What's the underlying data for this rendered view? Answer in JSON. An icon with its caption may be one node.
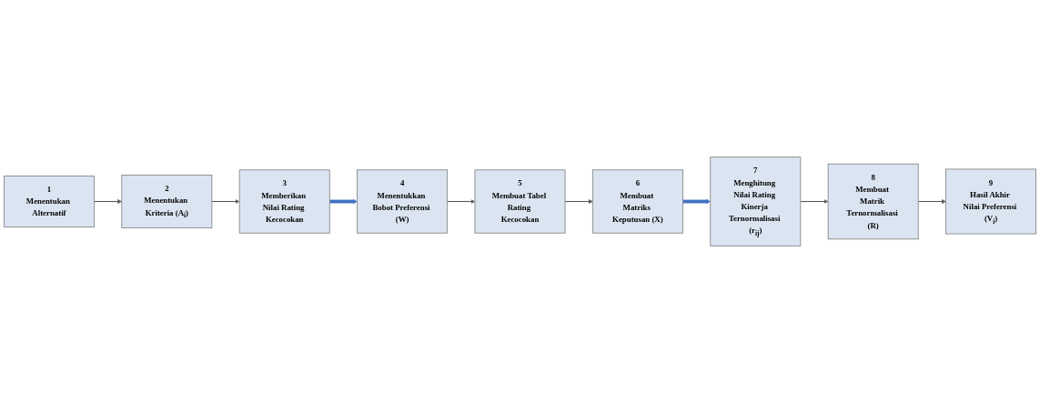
{
  "diagram": {
    "nodes": [
      {
        "text": [
          "1",
          "Menentukan Alternatif"
        ]
      },
      {
        "text": [
          "2",
          "Menentukan Kriteria (A$_{i}$)"
        ]
      },
      {
        "text": [
          "3",
          "Memberikan Nilai Rating Kecocokan"
        ]
      },
      {
        "text": [
          "4",
          "Menentukkan Bobot Preferensi (W)"
        ]
      },
      {
        "text": [
          "5",
          "Membuat Tabel Rating Kecocokan"
        ]
      },
      {
        "text": [
          "6",
          "Membuat Matriks Keputusan (X)"
        ]
      },
      {
        "text": [
          "7",
          "Menghitung Nilai Rating Kinerja Ternormalisasi (r$_{ij}$)"
        ]
      },
      {
        "text": [
          "8",
          "Membuat Matrik Ternormalisasi (R)"
        ]
      },
      {
        "text": [
          "9",
          "Hasil Akhir Nilai Preferensi (V$_{i}$)"
        ]
      }
    ],
    "edges": [
      {
        "from": 0,
        "to": 1,
        "arrow": "to"
      },
      {
        "from": 1,
        "to": 2,
        "arrow": "to"
      },
      {
        "from": 2,
        "to": 3,
        "arrow": "to",
        "style": "thick",
        "color": "#4472c4"
      },
      {
        "from": 3,
        "to": 4,
        "arrow": "to"
      },
      {
        "from": 4,
        "to": 5,
        "arrow": "to"
      },
      {
        "from": 5,
        "to": 6,
        "arrow": "to",
        "style": "thick",
        "color": "#4472c4"
      },
      {
        "from": 6,
        "to": 7,
        "arrow": "to"
      },
      {
        "from": 7,
        "to": 8,
        "arrow": "to"
      }
    ]
  }
}
